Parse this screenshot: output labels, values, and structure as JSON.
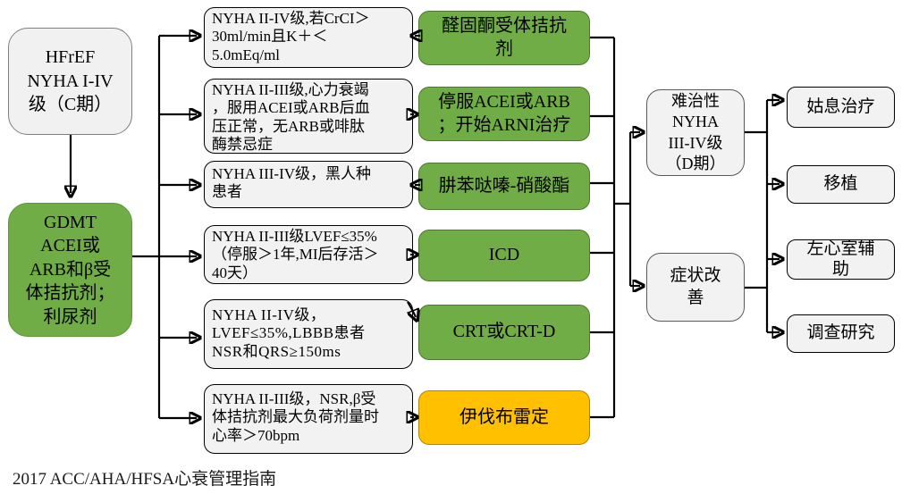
{
  "caption": "2017 ACC/AHA/HFSA心衰管理指南",
  "colors": {
    "treatment_green": "#70AD47",
    "treatment_orange": "#FFC000",
    "box_gray": "#F2F2F2",
    "line_black": "#000000"
  },
  "stage_c": {
    "text": "HFrEF\nNYHA I-IV\n级（C期）"
  },
  "gdmt": {
    "text": "GDMT\nACEI或\nARB和β受\n体拮抗剂；\n利尿剂"
  },
  "conditions": [
    {
      "text": "NYHA II-IV级,若CrCI＞\n30ml/min且K＋＜\n5.0mEq/ml"
    },
    {
      "text": "NYHA II-III级,心力衰竭\n，服用ACEI或ARB后血\n压正常，无ARB或啡肽\n酶禁忌症"
    },
    {
      "text": "NYHA III-IV级，黑人种\n患者"
    },
    {
      "text": "NYHA II-III级LVEF≤35%\n（停服＞1年,MI后存活＞\n40天）"
    },
    {
      "text": "NYHA II-IV级，\nLVEF≤35%,LBBB患者\nNSR和QRS≥150ms"
    },
    {
      "text": "NYHA II-III级，NSR,β受\n体拮抗剂最大负荷剂量时\n心率＞70bpm"
    }
  ],
  "treatments": [
    {
      "label": "醛固酮受体拮抗\n剂",
      "color": "#70AD47"
    },
    {
      "label": "停服ACEI或ARB\n；开始ARNI治疗",
      "color": "#70AD47"
    },
    {
      "label": "肼苯哒嗪-硝酸酯",
      "color": "#70AD47"
    },
    {
      "label": "ICD",
      "color": "#70AD47"
    },
    {
      "label": "CRT或CRT-D",
      "color": "#70AD47"
    },
    {
      "label": "伊伐布雷定",
      "color": "#FFC000"
    }
  ],
  "stage_d": {
    "text": "难治性\nNYHA\nIII-IV级\n（D期）"
  },
  "symptom_improvement": {
    "text": "症状改\n善"
  },
  "outcomes": [
    {
      "label": "姑息治疗"
    },
    {
      "label": "移植"
    },
    {
      "label": "左心室辅\n助"
    },
    {
      "label": "调查研究"
    }
  ]
}
